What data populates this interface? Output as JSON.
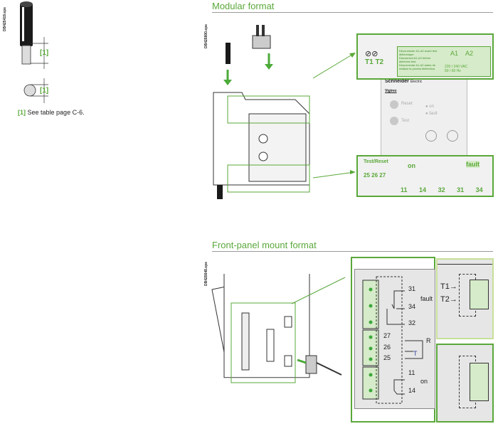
{
  "left": {
    "ref_code": "DB425419.eps",
    "dim_label": "[1]",
    "note_marker": "[1]",
    "note_text": "See table page C-6."
  },
  "modular": {
    "title": "Modular format",
    "ref_code": "DB425800.eps",
    "top_terminals": [
      "T1",
      "T2"
    ],
    "warning_lines": [
      "Déconnecter A1-A2 avant test diélectrique",
      "Disconnect A1-A2 before dielectric test",
      "Desconectar A1-A2 antes de realizar la prueba dieléctrica"
    ],
    "supply_terminals": [
      "A1",
      "A2"
    ],
    "supply_spec": [
      "220 / 240 VAC",
      "50 / 60 Hz"
    ],
    "brand": "Schneider",
    "brand_sub": "Electric",
    "product": "Vigirex",
    "buttons": [
      "Reset",
      "Test"
    ],
    "leds": [
      "on",
      "fault"
    ],
    "test_reset_label": "Test/Reset",
    "test_terminals": [
      "25",
      "26",
      "27"
    ],
    "on_label": "on",
    "fault_label": "fault",
    "relay_terminals": [
      "11",
      "14",
      "32",
      "31",
      "34"
    ]
  },
  "front": {
    "title": "Front-panel mount format",
    "ref_code": "DB425648.eps",
    "fault_terminals": [
      "31",
      "34",
      "32"
    ],
    "fault_label": "fault",
    "test_terminals": [
      "27",
      "26",
      "25"
    ],
    "r_label": "R",
    "t_label": "T",
    "on_terminals": [
      "11",
      "14"
    ],
    "on_label": "on",
    "toroid_inputs": [
      "T1",
      "T2"
    ]
  },
  "colors": {
    "accent": "#5aa83a",
    "panel": "#e6e6e6",
    "terminal": "#d6ebc9"
  }
}
